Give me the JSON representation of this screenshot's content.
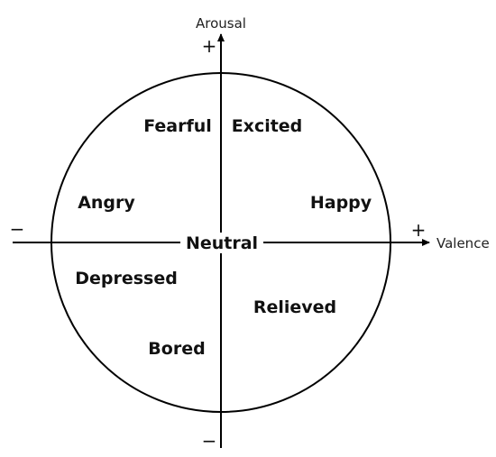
{
  "diagram": {
    "axes": {
      "vertical_label": "Arousal",
      "horizontal_label": "Valence",
      "positive_sign": "+",
      "negative_sign": "−"
    },
    "emotions": {
      "fearful": "Fearful",
      "excited": "Excited",
      "angry": "Angry",
      "happy": "Happy",
      "neutral": "Neutral",
      "depressed": "Depressed",
      "relieved": "Relieved",
      "bored": "Bored"
    },
    "colors": {
      "stroke": "#000000",
      "text": "#111111",
      "background": "#ffffff"
    }
  }
}
